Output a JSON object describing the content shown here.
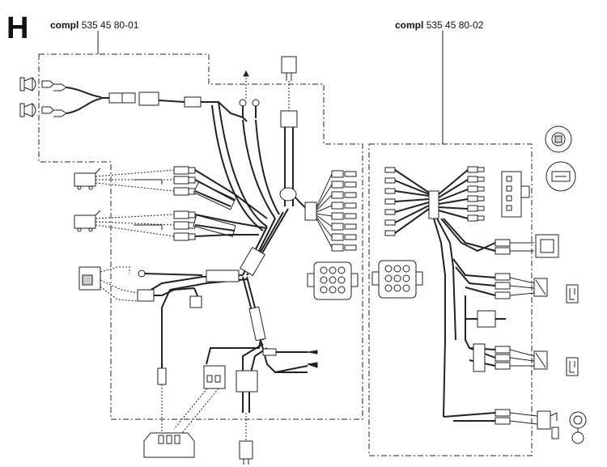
{
  "section_letter": "H",
  "kits": [
    {
      "prefix": "compl",
      "part_number": "535 45 80-01"
    },
    {
      "prefix": "compl",
      "part_number": "535 45 80-02"
    }
  ]
}
